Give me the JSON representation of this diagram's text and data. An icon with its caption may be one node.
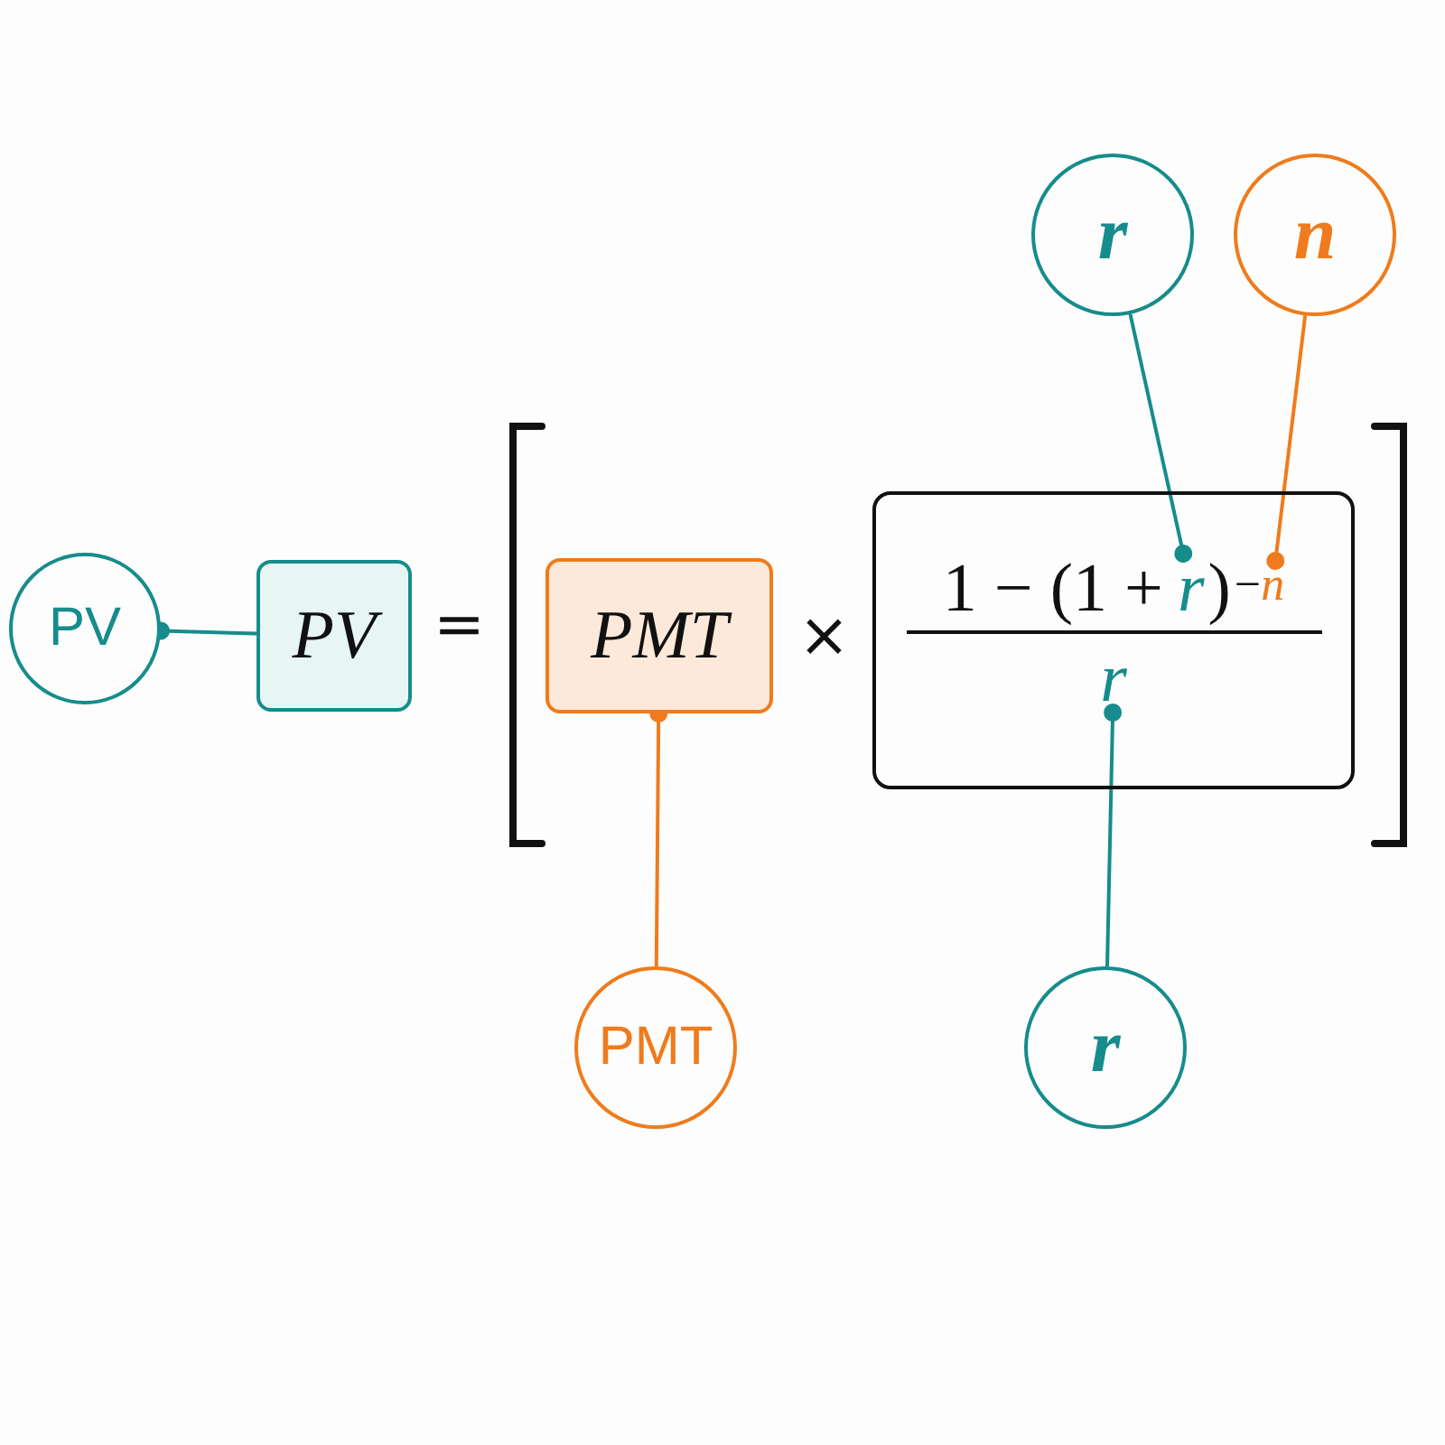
{
  "diagram": {
    "nodes": [
      {
        "text": [
          "r"
        ]
      },
      {
        "text": [
          "n"
        ]
      },
      {
        "text": [
          "PV"
        ]
      },
      {
        "text": [
          "PV"
        ]
      },
      {
        "text": [
          "PMT"
        ]
      },
      {
        "text": [
          "1 − (1 +",
          ")",
          "−"
        ]
      },
      {
        "text": [
          "r"
        ],
        "in": 5
      },
      {
        "text": [
          "n"
        ],
        "in": 5
      },
      {
        "text": [
          "r"
        ],
        "in": 5
      },
      {
        "text": [
          "PMT"
        ]
      },
      {
        "text": [
          "r"
        ]
      }
    ],
    "edges": [
      {
        "from": 3,
        "to": 2,
        "arrow": "other"
      },
      {
        "from": 0,
        "to": 6,
        "arrow": "other"
      },
      {
        "from": 1,
        "to": 7,
        "arrow": "other",
        "color": "#ef7b1c"
      },
      {
        "from": 9,
        "to": 4,
        "arrow": "other",
        "color": "#ef7b1c"
      },
      {
        "from": 10,
        "to": 8,
        "arrow": "other"
      }
    ],
    "labels": [
      "=",
      "×"
    ]
  }
}
